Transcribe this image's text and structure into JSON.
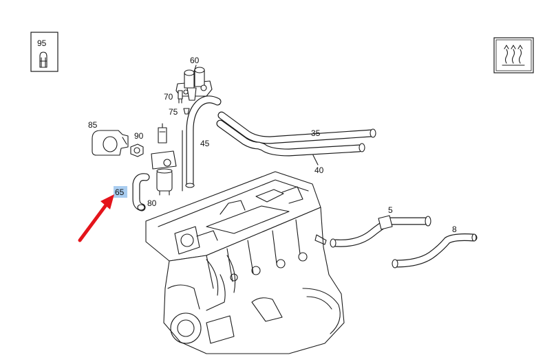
{
  "diagram": {
    "labels": {
      "p95": "95",
      "p60": "60",
      "p70": "70",
      "p75": "75",
      "p85": "85",
      "p90": "90",
      "p45": "45",
      "p35": "35",
      "p40": "40",
      "p65": "65",
      "p80": "80",
      "p5": "5",
      "p8": "8"
    },
    "highlighted_part": "65",
    "colors": {
      "highlight": "#a9cdf0",
      "arrow": "#e4141b",
      "line": "#1a1a1a"
    },
    "icons": {
      "top_left_box": "clip-icon",
      "top_right_box": "heat-waves-icon"
    }
  }
}
